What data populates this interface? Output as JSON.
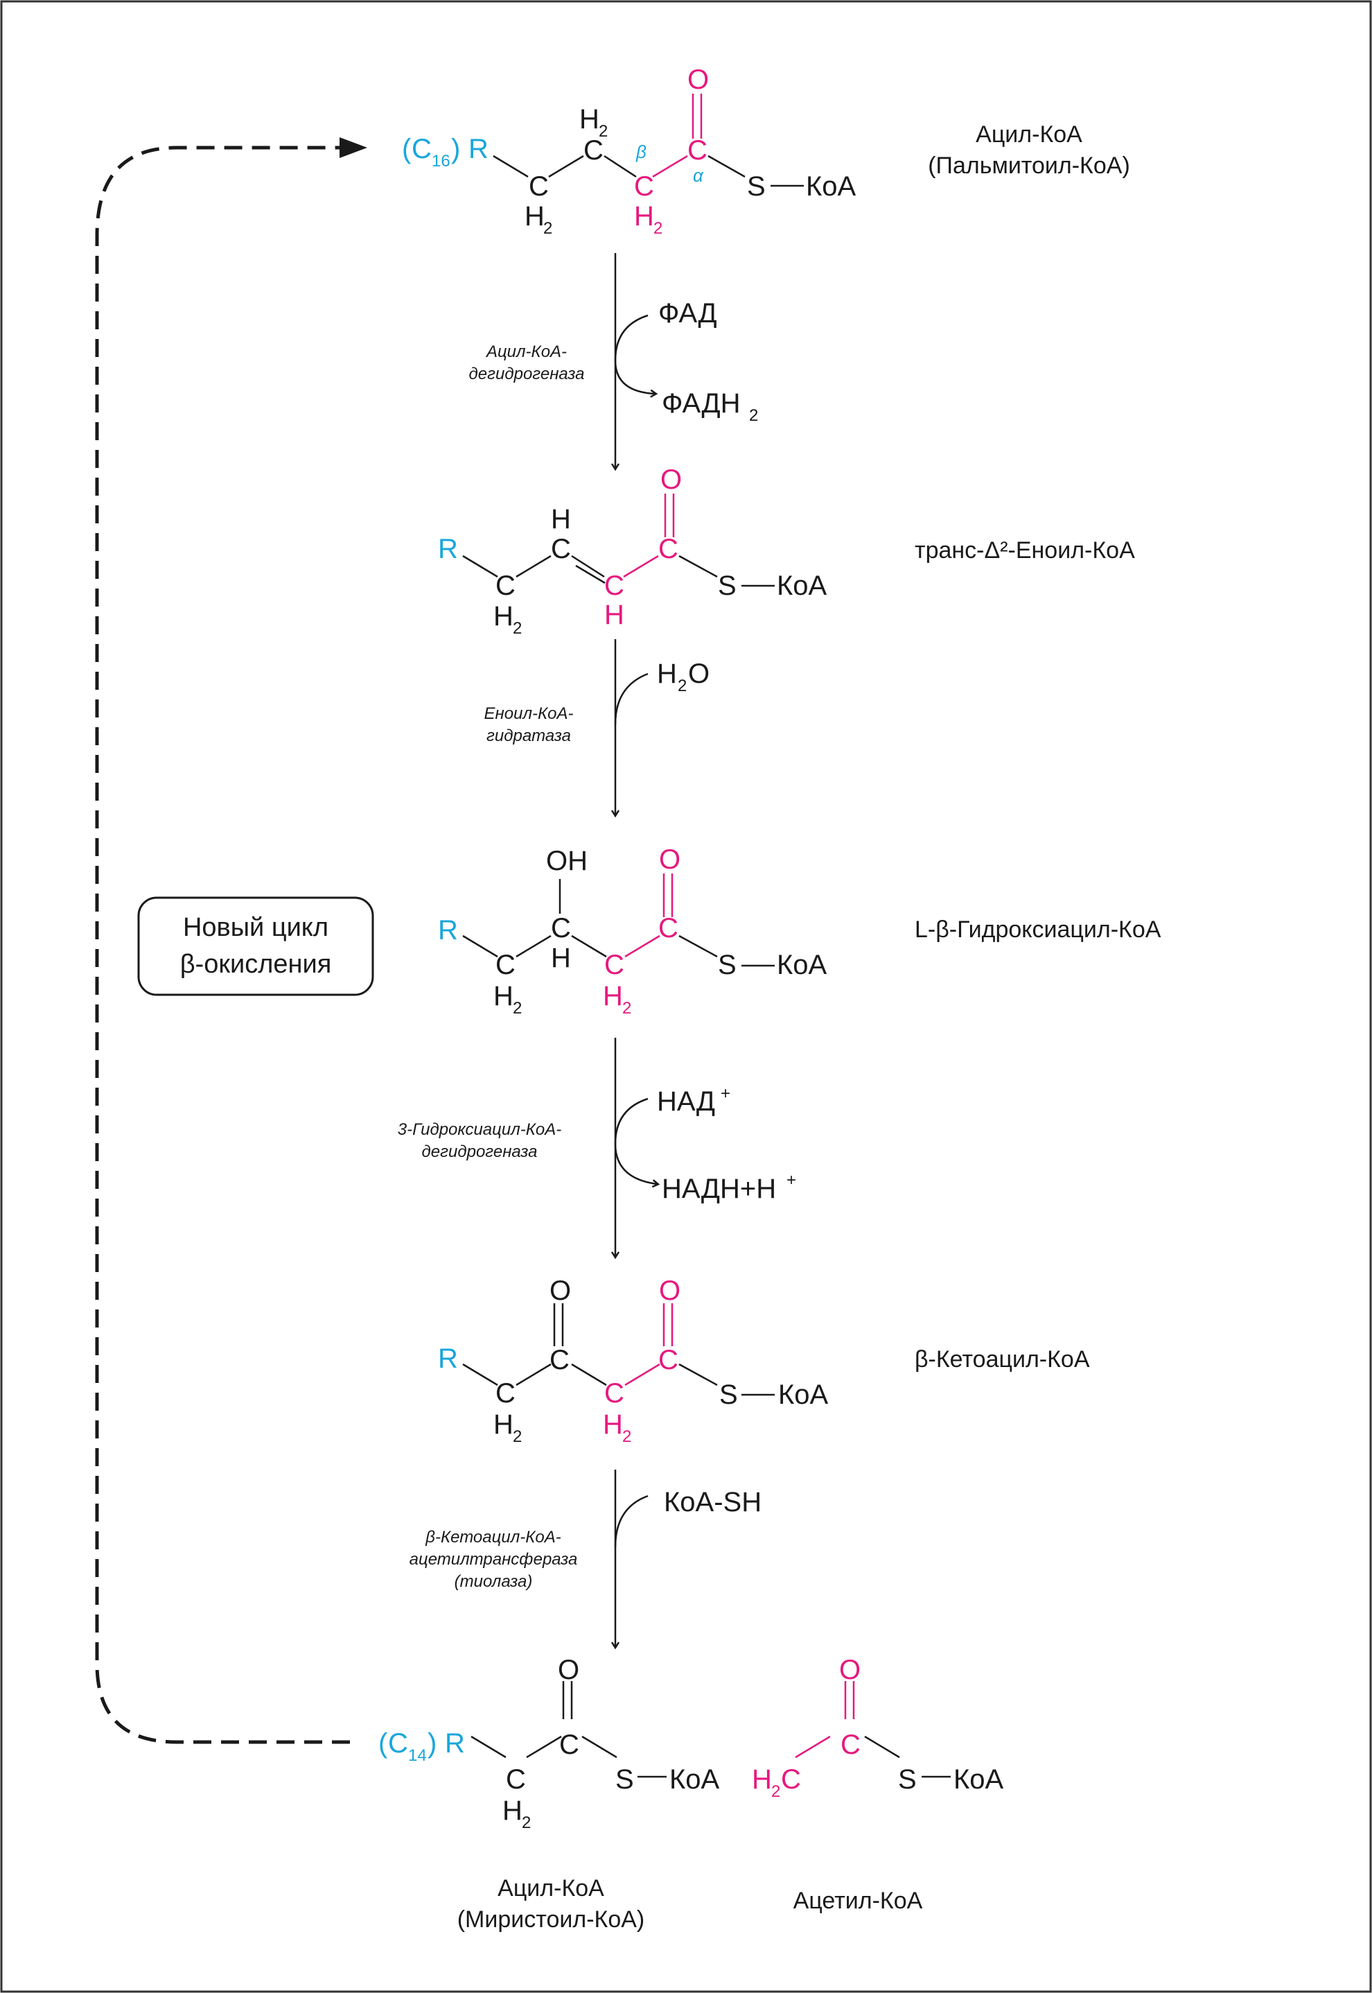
{
  "colors": {
    "black": "#1a1a1a",
    "cyan": "#1aa6dc",
    "magenta": "#e6197f",
    "frame": "#333333"
  },
  "labels": {
    "acyl_coa": "Ацил-КоА",
    "palmitoyl": "(Пальмитоил-КоА)",
    "enoyl": "транс-Δ²-Еноил-КоА",
    "hydroxyacyl": "L-β-Гидроксиацил-КоА",
    "ketoacyl": "β-Кетоацил-КоА",
    "acyl_coa_bottom": "Ацил-КоА",
    "myristoyl": "(Миристоил-КоА)",
    "acetyl": "Ацетил-КоА"
  },
  "enzymes": {
    "e1_line1": "Ацил-КоА-",
    "e1_line2": "дегидрогеназа",
    "e2_line1": "Еноил-КоА-",
    "e2_line2": "гидратаза",
    "e3_line1": "3-Гидроксиацил-КоА-",
    "e3_line2": "дегидрогеназа",
    "e4_line1": "β-Кетоацил-КоА-",
    "e4_line2": "ацетилтрансфераза",
    "e4_line3": "(тиолаза)"
  },
  "cofactors": {
    "fad": "ФАД",
    "fadh2": "ФАДН",
    "fadh2_sub": "2",
    "h2o_h": "H",
    "h2o_sub": "2",
    "h2o_o": "O",
    "nad": "НАД",
    "nad_sup": "+",
    "nadh": "НАДН+Н",
    "nadh_sup": "+",
    "koash": "КоА-SH"
  },
  "cycle_box": {
    "line1": "Новый цикл",
    "line2": "β-окисления"
  },
  "atoms": {
    "C": "C",
    "O": "O",
    "H": "H",
    "H2": "H",
    "sub2": "2",
    "R": "R",
    "S": "S",
    "KoA": "КоА",
    "OH": "OH",
    "H2C": "H",
    "H2C_C": "C",
    "C16_C": "C",
    "C16_sub": "16",
    "C14_sub": "14",
    "paren_open": "(",
    "paren_close": ")",
    "beta": "β",
    "alpha": "α"
  }
}
